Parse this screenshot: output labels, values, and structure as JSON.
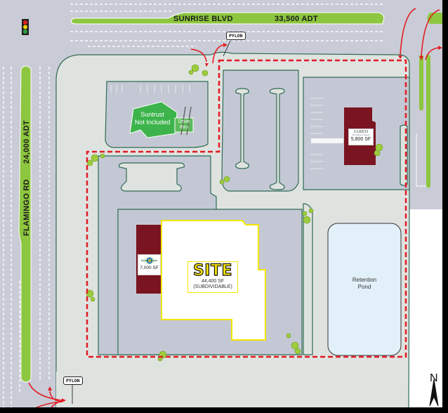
{
  "roads": {
    "north": {
      "name": "SUNRISE BLVD",
      "traffic": "33,500 ADT"
    },
    "west": {
      "name": "FLAMINGO RD",
      "traffic": "24,000 ADT"
    }
  },
  "signs": {
    "pylon_north": "PYLON",
    "pylon_south": "PYLON"
  },
  "traffic_light": {
    "icon": "traffic-light-icon",
    "colors": [
      "#e02020",
      "#f5d000",
      "#2ea043"
    ]
  },
  "parcels": {
    "site": {
      "title": "SITE",
      "area": "44,400 SF",
      "note": "(SUBDIVIDABLE)"
    },
    "suntrust": {
      "line1": "Suntrust",
      "line2": "Not Included",
      "drive_line1": "Drive",
      "drive_line2": "thru"
    },
    "jared": {
      "logo": "JARED",
      "logo_sub": "The Galleria of Jewelry",
      "area": "5,800 SF"
    },
    "quarterdeck": {
      "logo": "QUARTERDECK",
      "area": "7,000 SF"
    },
    "pond": {
      "line1": "Retention",
      "line2": "Pond"
    }
  },
  "compass": {
    "label": "N"
  },
  "colors": {
    "road": "#c9ccd6",
    "median": "#8dc63f",
    "lot": "#dfe3e0",
    "parking": "#c4c8d4",
    "curb": "#2f6b55",
    "boundary": "#e31b23",
    "tenant": "#7a1420",
    "site_outline": "#f2e600",
    "pond": "#e2f1f9",
    "suntrust": "#3cb44b",
    "tree": "#9ccc3c"
  }
}
